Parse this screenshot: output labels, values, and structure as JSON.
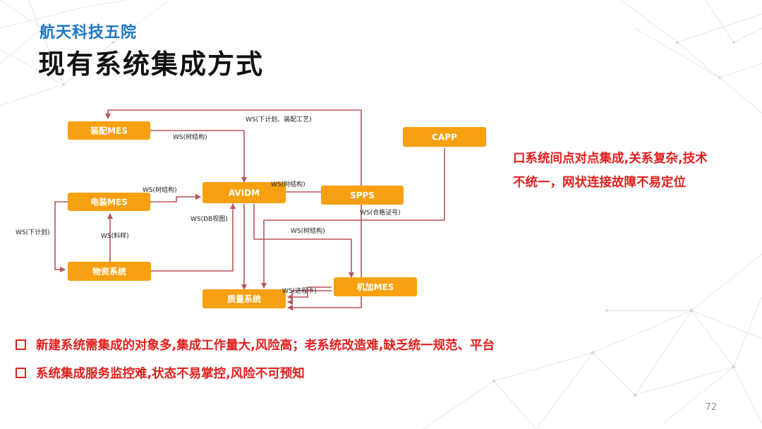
{
  "header": {
    "subtitle": "航天科技五院",
    "title": "现有系统集成方式"
  },
  "diagram": {
    "node_color": "#f7a011",
    "edge_color": "#b5555a",
    "nodes": {
      "zhuangpei": "装配MES",
      "dianzhuang": "电装MES",
      "wuzi": "物资系统",
      "zhiliang": "质量系统",
      "avidm": "AVIDM",
      "spps": "SPPS",
      "capp": "CAPP",
      "jijia": "机加MES"
    },
    "edges": {
      "ws_plan_process": "WS(下计划、装配工艺)",
      "ws_tree_zhuangpei": "WS(树结构)",
      "ws_tree_dianzhuang": "WS(树结构)",
      "ws_tree_spps": "WS(树结构)",
      "ws_db_view": "WS(DB视图)",
      "ws_cert": "WS(合格证号)",
      "ws_tree_jijia": "WS(树结构)",
      "ws_plan": "WS(下计划)",
      "ws_material": "WS(料样)",
      "ws_process_card": "WS(进程卡)"
    }
  },
  "notes": {
    "right_line1": "口系统间点对点集成,关系复杂,技术",
    "right_line2": "不统一，网状连接故障不易定位",
    "bullet1": "新建系统需集成的对象多,集成工作量大,风险高；老系统改造难,缺乏统一规范、平台",
    "bullet2": "系统集成服务监控难,状态不易掌控,风险不可预知"
  },
  "page_number": "72",
  "colors": {
    "subtitle": "#1e76c3",
    "accent_red": "#e1201e",
    "background_network": "#dfe3e8"
  }
}
